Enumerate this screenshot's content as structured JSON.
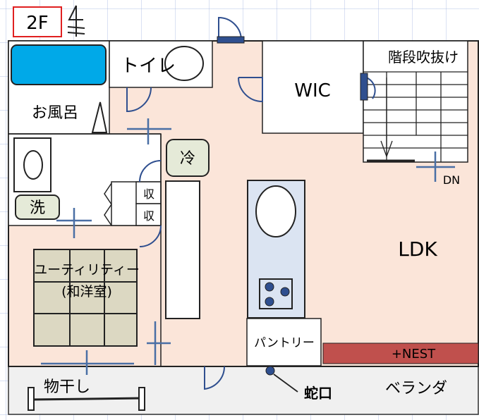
{
  "floor_badge": "2F",
  "labels": {
    "toilet": "トイレ",
    "wic": "WIC",
    "stair_void": "階段吹抜け",
    "bath": "お風呂",
    "fridge": "冷",
    "washer": "洗",
    "storage_1": "収",
    "storage_2": "収",
    "dn": "DN",
    "ldk": "LDK",
    "utility_1": "ユーティリティー",
    "utility_2": "(和洋室)",
    "pantry": "パントリー",
    "nest": "+NEST",
    "drying": "物干し",
    "faucet": "蛇口",
    "veranda": "ベランダ"
  },
  "colors": {
    "floor": "#fbe5d9",
    "tatami": "#dcd8c2",
    "kitchen": "#dbe4f2",
    "bathtub": "#00a9e8",
    "nest_bar": "#c0504d",
    "veranda": "#f0f0f0",
    "fixture": "#e5ead8",
    "badge": "#e02020",
    "door": "#2f4f8f",
    "dimension": "#4a6fa5"
  }
}
